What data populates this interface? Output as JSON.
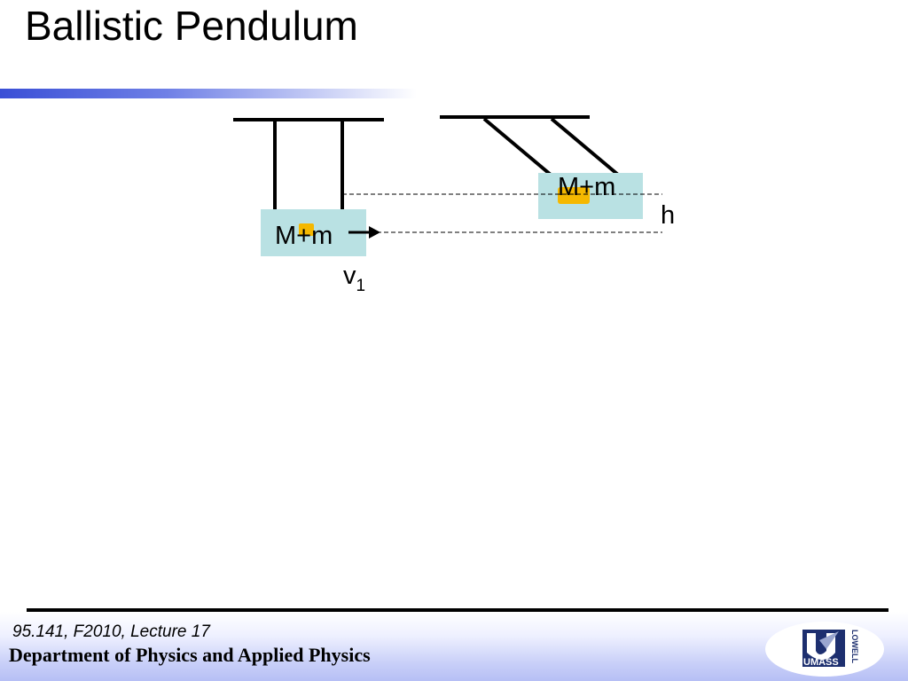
{
  "slide": {
    "title": "Ballistic Pendulum"
  },
  "diagram": {
    "block_left_label": "M+m",
    "block_right_label": "M+m",
    "velocity_label": "v",
    "velocity_subscript": "1",
    "height_label": "h",
    "block_color": "#b9e1e3",
    "bullet_color": "#f5b800"
  },
  "footer": {
    "course": "95.141, F2010, Lecture 17",
    "department": "Department of Physics and Applied Physics"
  },
  "logo": {
    "text": "UMASS",
    "side_text": "LOWELL"
  }
}
